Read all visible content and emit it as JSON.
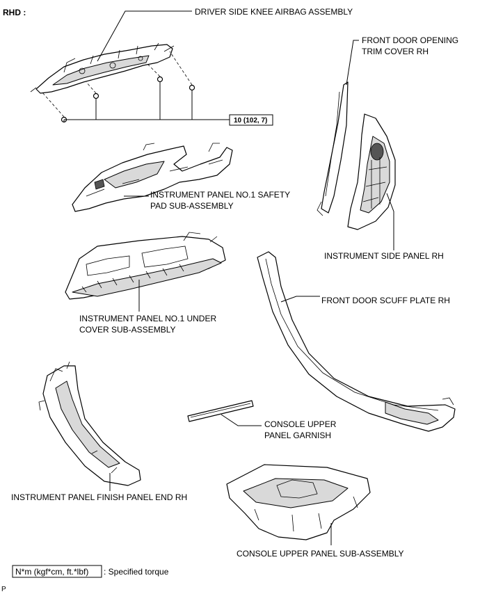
{
  "header": {
    "title": "RHD :"
  },
  "labels": {
    "knee_airbag": "DRIVER SIDE KNEE AIRBAG ASSEMBLY",
    "door_trim_l1": "FRONT DOOR OPENING",
    "door_trim_l2": "TRIM COVER RH",
    "torque_value": "10 (102, 7)",
    "safety_pad_l1": "INSTRUMENT PANEL NO.1 SAFETY",
    "safety_pad_l2": "PAD SUB-ASSEMBLY",
    "side_panel": "INSTRUMENT SIDE PANEL RH",
    "under_cover_l1": "INSTRUMENT PANEL NO.1 UNDER",
    "under_cover_l2": "COVER SUB-ASSEMBLY",
    "scuff_plate": "FRONT DOOR SCUFF PLATE RH",
    "garnish_l1": "CONSOLE UPPER",
    "garnish_l2": "PANEL GARNISH",
    "finish_panel": "INSTRUMENT PANEL FINISH PANEL END RH",
    "console_upper": "CONSOLE UPPER PANEL SUB-ASSEMBLY"
  },
  "legend": {
    "unit_box": "N*m (kgf*cm, ft.*lbf)",
    "unit_desc": ": Specified torque"
  },
  "footer": {
    "code": "P"
  }
}
